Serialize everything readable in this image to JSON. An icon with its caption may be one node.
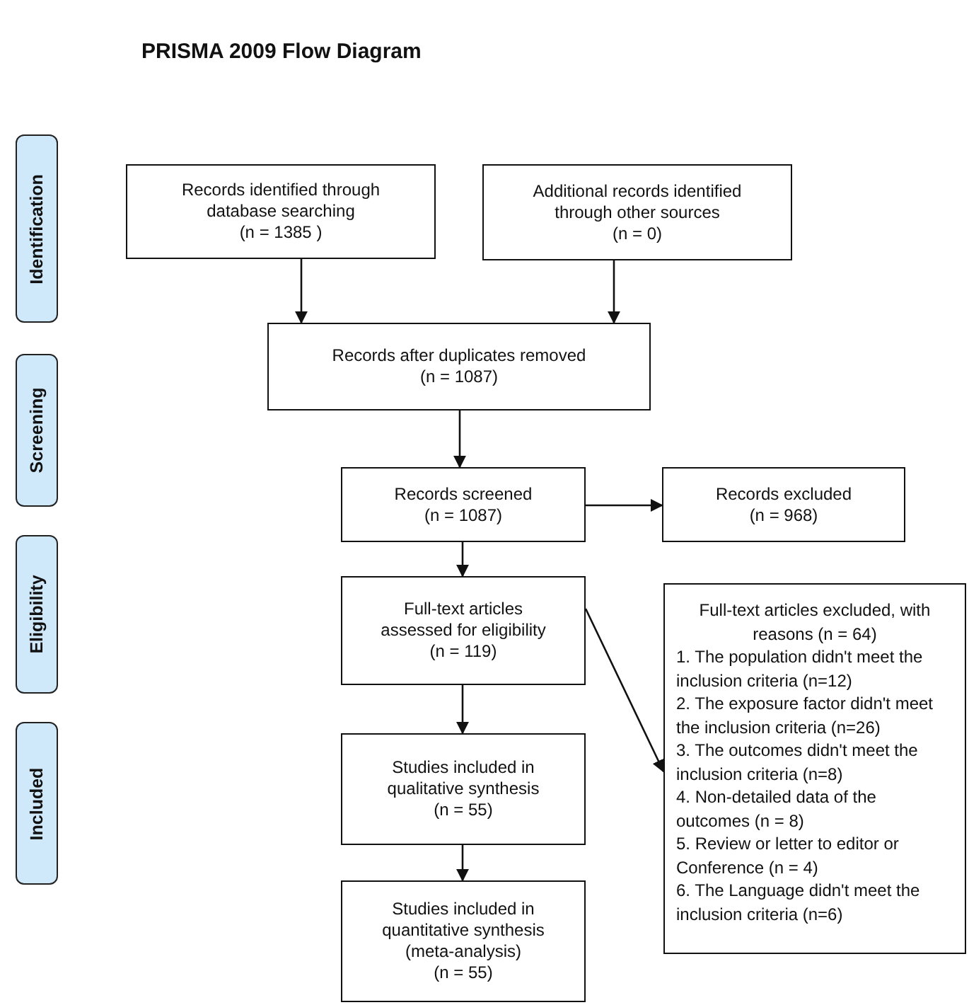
{
  "diagram": {
    "title": "PRISMA 2009 Flow Diagram",
    "nodes": [
      {
        "text": [
          "Identification"
        ]
      },
      {
        "text": [
          "Screening"
        ]
      },
      {
        "text": [
          "Eligibility"
        ]
      },
      {
        "text": [
          "Included"
        ]
      },
      {
        "text": [
          "Records identified through database searching",
          "(n = 1385 )"
        ]
      },
      {
        "text": [
          "Additional records identified through other sources",
          "(n = 0)"
        ]
      },
      {
        "text": [
          "Records after duplicates removed",
          "(n = 1087)"
        ]
      },
      {
        "text": [
          "Records screened",
          "(n = 1087)"
        ]
      },
      {
        "text": [
          "Records excluded",
          "(n = 968)"
        ]
      },
      {
        "text": [
          "Full-text articles assessed for eligibility",
          "(n = 119)"
        ]
      },
      {
        "text": [
          "Full-text articles excluded, with reasons (n = 64)",
          "1. The population didn't meet the inclusion criteria (n=12)",
          "2. The exposure factor didn't meet the inclusion criteria (n=26)",
          "3. The outcomes didn't meet the inclusion criteria (n=8)",
          "4. Non-detailed data of the outcomes (n = 8)",
          "5. Review or letter to editor or Conference (n = 4)",
          "6. The Language didn't meet the inclusion criteria (n=6)"
        ]
      },
      {
        "text": [
          "Studies included in qualitative synthesis",
          "(n = 55)"
        ]
      },
      {
        "text": [
          "Studies included in quantitative synthesis (meta-analysis)",
          "(n = 55)"
        ]
      }
    ],
    "edges": [
      {
        "from": 4,
        "to": 6,
        "arrow": "to"
      },
      {
        "from": 5,
        "to": 6,
        "arrow": "to"
      },
      {
        "from": 6,
        "to": 7,
        "arrow": "to"
      },
      {
        "from": 7,
        "to": 8,
        "arrow": "to"
      },
      {
        "from": 7,
        "to": 9,
        "arrow": "to"
      },
      {
        "from": 9,
        "to": 10,
        "arrow": "to"
      },
      {
        "from": 9,
        "to": 11,
        "arrow": "to"
      },
      {
        "from": 11,
        "to": 12,
        "arrow": "to"
      }
    ]
  }
}
